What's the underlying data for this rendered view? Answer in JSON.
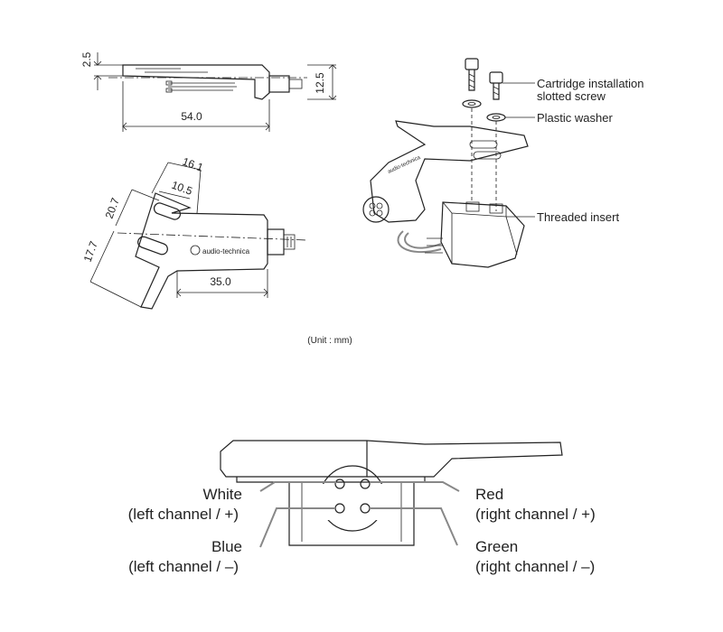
{
  "dimensions": {
    "side_top_thickness": "2.5",
    "side_height": "12.5",
    "side_length": "54.0",
    "top_width_outer": "16.1",
    "top_width_inner": "10.5",
    "top_slot_20": "20.7",
    "top_slot_17": "17.7",
    "top_length": "35.0"
  },
  "brand_text": "audio-technica",
  "callouts": {
    "screw": [
      "Cartridge installation",
      "slotted screw"
    ],
    "washer": "Plastic washer",
    "insert": "Threaded insert"
  },
  "unit_note": "(Unit : mm)",
  "wiring": {
    "white": [
      "White",
      "(left channel / +)"
    ],
    "blue": [
      "Blue",
      "(left channel / –)"
    ],
    "red": [
      "Red",
      "(right channel / +)"
    ],
    "green": [
      "Green",
      "(right channel / –)"
    ]
  }
}
